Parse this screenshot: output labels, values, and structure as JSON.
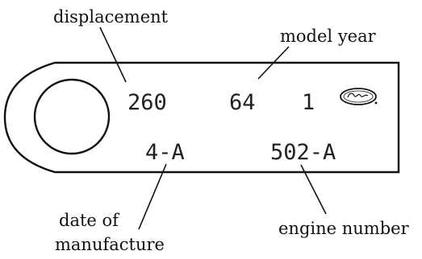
{
  "labels": {
    "displacement": "displacement",
    "model_year": "model year",
    "date_of_manufacture_line1": "date of",
    "date_of_manufacture_line2": "manufacture",
    "engine_number": "engine number"
  },
  "tag": {
    "displacement_value": "260",
    "model_year_value": "64",
    "plant_code": "1",
    "date_code": "4-A",
    "engine_number_value": "502-A",
    "logo": "Ford"
  }
}
